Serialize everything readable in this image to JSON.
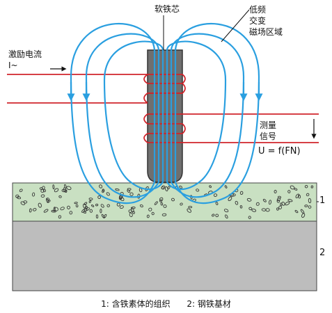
{
  "labels": {
    "soft_iron_core": "软铁芯",
    "field_line1": "低频",
    "field_line2": "交变",
    "field_line3": "磁场区域",
    "excitation_line1": "激励电流",
    "excitation_line2": "I~",
    "measure_line1": "测量",
    "measure_line2": "信号",
    "formula": "U = f(FN)",
    "layer1": "1",
    "layer2": "2"
  },
  "caption": {
    "item1": "1:  含铁素体的组织",
    "item2": "2:  钢铁基材"
  },
  "colors": {
    "field_lines": "#2a9fe0",
    "wires": "#d0242b",
    "core": "#6f6f6f",
    "layer1_fill": "#c9e0c2",
    "layer2_fill": "#bdbdbd"
  }
}
